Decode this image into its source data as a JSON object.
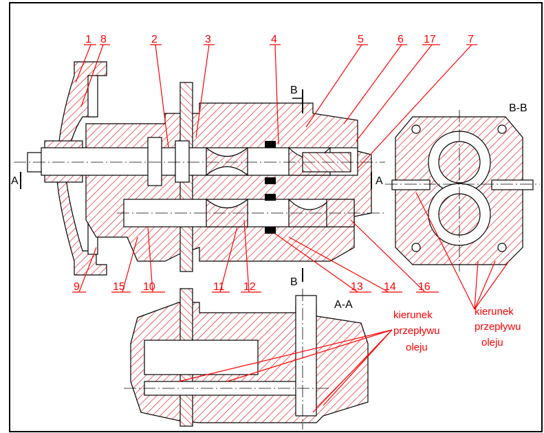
{
  "part_numbers": [
    "1",
    "8",
    "2",
    "3",
    "4",
    "5",
    "6",
    "17",
    "7",
    "9",
    "15",
    "10",
    "11",
    "12",
    "13",
    "14",
    "16"
  ],
  "labels": {
    "section_aa": "A-A",
    "section_bb": "B-B",
    "cut_a": "A",
    "cut_b": "B",
    "flow_text_1": [
      "kierunek",
      "przepływu",
      "oleju"
    ],
    "flow_text_2": [
      "kierunek",
      "przepływu",
      "oleju"
    ]
  },
  "colors": {
    "accent": "#ff0000",
    "outline": "#000000",
    "background": "#ffffff"
  }
}
